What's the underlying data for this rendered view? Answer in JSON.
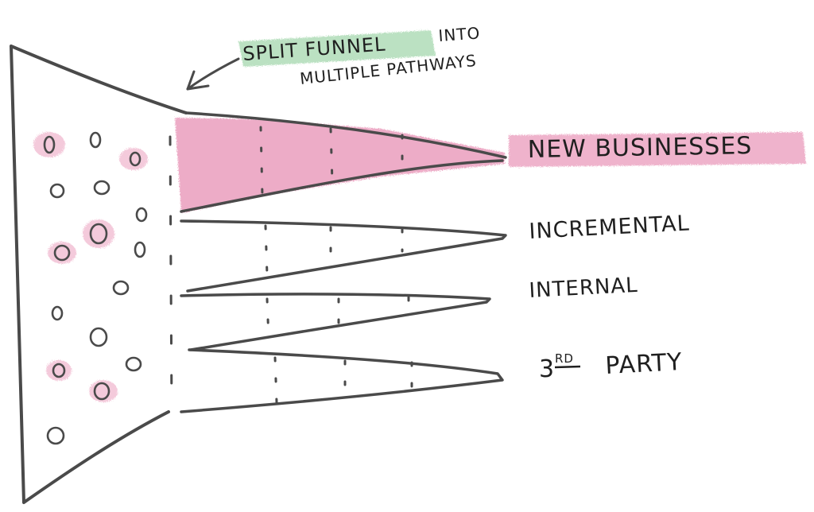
{
  "annotation": {
    "line1_highlight": "SPLIT FUNNEL",
    "line1_rest": "INTO",
    "line2": "MULTIPLE PATHWAYS",
    "highlight_color": "#8fce9a"
  },
  "pathways": [
    {
      "label": "NEW BUSINESSES",
      "highlighted": true
    },
    {
      "label": "INCREMENTAL",
      "highlighted": false
    },
    {
      "label": "INTERNAL",
      "highlighted": false
    },
    {
      "label_main": "3",
      "label_sup": "RD",
      "label_rest": "PARTY",
      "highlighted": false
    }
  ],
  "colors": {
    "ink": "#4a4a4a",
    "pink_highlight": "#e06a9a"
  }
}
